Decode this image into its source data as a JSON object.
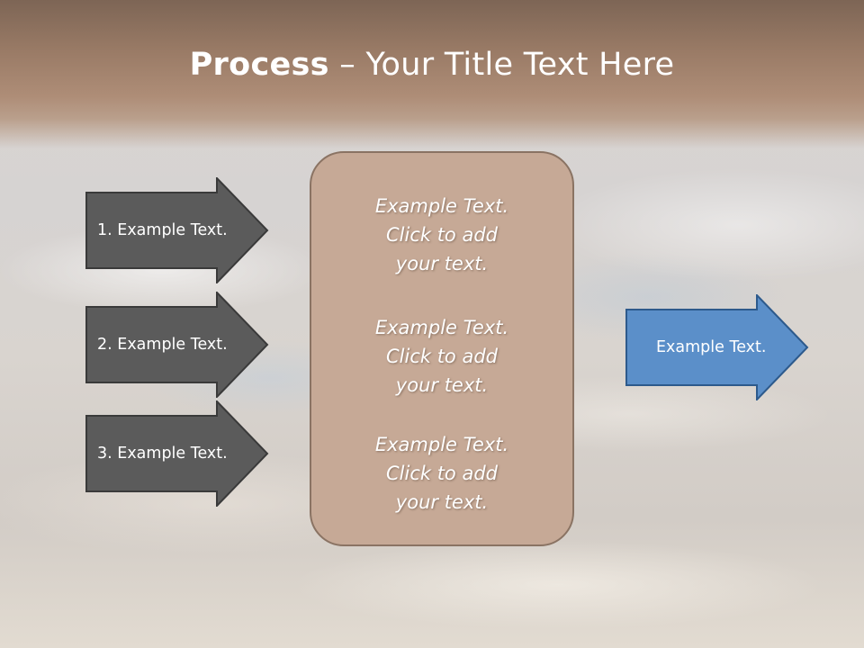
{
  "title": {
    "bold": "Process",
    "rest": " – Your Title Text Here"
  },
  "steps": [
    {
      "label": "1. Example Text."
    },
    {
      "label": "2. Example Text."
    },
    {
      "label": "3. Example Text."
    }
  ],
  "center": {
    "paragraphs": [
      {
        "lines": [
          "Example Text.",
          "Click  to add",
          "your text."
        ]
      },
      {
        "lines": [
          "Example Text.",
          "Click  to add",
          "your text."
        ]
      },
      {
        "lines": [
          "Example Text.",
          "Click  to add",
          "your text."
        ]
      }
    ]
  },
  "output": {
    "label": "Example Text."
  },
  "colors": {
    "step_fill": "#5b5b5b",
    "step_stroke": "#3a3a3a",
    "output_fill": "#5b8fc9",
    "output_stroke": "#2d5a8c",
    "center_fill": "#c6a996",
    "title_band": "#9a7b66"
  }
}
